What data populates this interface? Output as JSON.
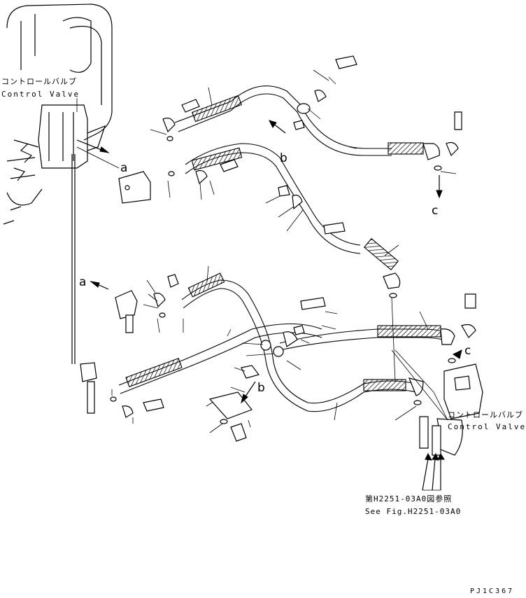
{
  "labels": {
    "control_valve_top_jp": "コントロールバルブ",
    "control_valve_top_en": "Control Valve",
    "control_valve_right_jp": "コントロールバルブ",
    "control_valve_right_en": "Control Valve",
    "callout_a_top": "a",
    "callout_a_left": "a",
    "callout_b_top": "b",
    "callout_b_bottom": "b",
    "callout_c_top": "c",
    "callout_c_right": "c",
    "ref_jp": "第H2251-03A0図参照",
    "ref_en": "See Fig.H2251-03A0",
    "drawing_code": "PJ1C367"
  }
}
